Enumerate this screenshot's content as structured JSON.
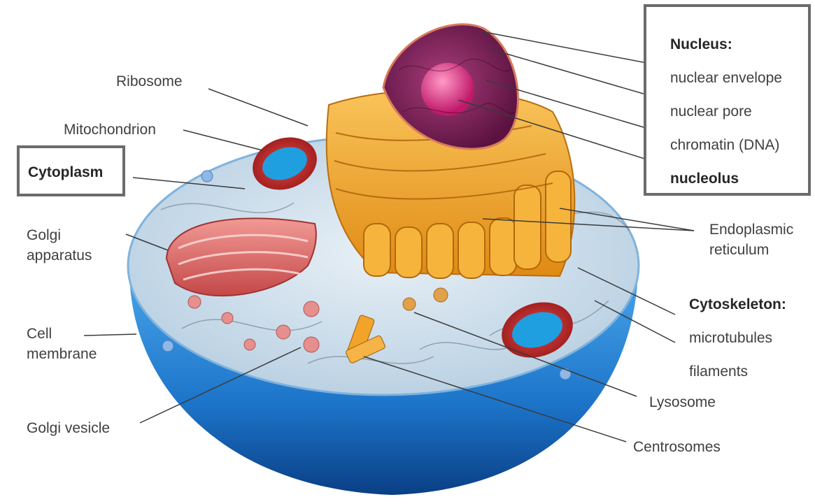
{
  "labels": {
    "ribosome": "Ribosome",
    "mitochondrion": "Mitochondrion",
    "cytoplasm": "Cytoplasm",
    "golgi_apparatus": [
      "Golgi",
      "apparatus"
    ],
    "cell_membrane": [
      "Cell",
      "membrane"
    ],
    "golgi_vesicle": "Golgi vesicle",
    "centrosomes": "Centrosomes",
    "lysosome": "Lysosome",
    "endoplasmic_reticulum": [
      "Endoplasmic",
      "reticulum"
    ],
    "cytoskeleton": {
      "heading": "Cytoskeleton:",
      "items": [
        "microtubules",
        "filaments"
      ]
    },
    "nucleus": {
      "heading": "Nucleus:",
      "items": [
        "nuclear envelope",
        "nuclear pore",
        "chromatin (DNA)",
        "nucleolus"
      ]
    }
  },
  "colors": {
    "cell_blue": "#2a86d6",
    "cell_blue_dark": "#0d4f9c",
    "cytoplasm": "#c9dcea",
    "er_orange": "#f0a52a",
    "nucleus_purple": "#7a1f57",
    "golgi_red": "#d95a5a",
    "box_border": "#6b6b6b"
  }
}
